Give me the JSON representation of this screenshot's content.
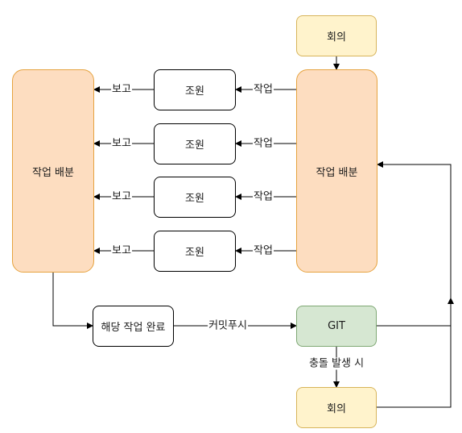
{
  "nodes": {
    "meeting_top": "회의",
    "dist_left": "작업 배분",
    "dist_right": "작업 배분",
    "member_1": "조원",
    "member_2": "조원",
    "member_3": "조원",
    "member_4": "조원",
    "done": "해당 작업 완료",
    "git": "GIT",
    "meeting_bottom": "회의"
  },
  "edges": {
    "report": "보고",
    "work": "작업",
    "commit_push": "커밋푸시",
    "on_conflict": "충돌 발생 시"
  },
  "colors": {
    "orange_fill": "#fdddc0",
    "yellow_fill": "#fff3cc",
    "green_fill": "#d6e7d2"
  }
}
